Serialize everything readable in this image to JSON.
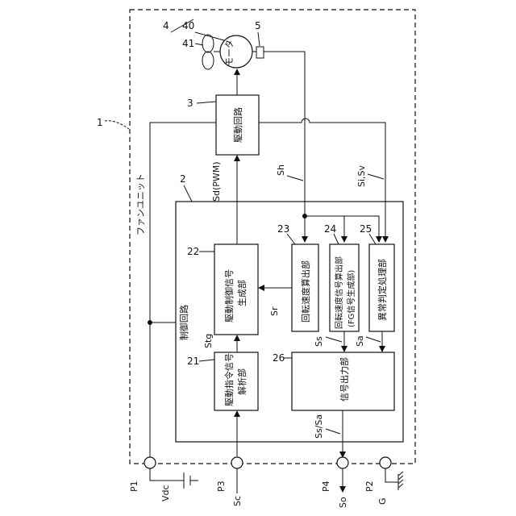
{
  "refs": {
    "unit": "1",
    "control": "2",
    "drive": "3",
    "fan": "4",
    "sensor": "5",
    "motor": "40",
    "blade": "41",
    "b21": "21",
    "b22": "22",
    "b23": "23",
    "b24": "24",
    "b25": "25",
    "b26": "26"
  },
  "labels": {
    "fan_unit": "ファンユニット",
    "control_circuit": "制御回路",
    "motor": "モータ",
    "drive_circuit": "駆動回路",
    "block22": [
      "駆動制御信号",
      "生成部"
    ],
    "block21": [
      "駆動指令信号",
      "解析部"
    ],
    "block23": "回転速度算出部",
    "block24": [
      "回転速度信号算出部",
      "(FG信号生成部)"
    ],
    "block25": "異常判定処理部",
    "block26": "信号出力部"
  },
  "signals": {
    "sd": "Sd(PWM)",
    "sh": "Sh",
    "sisv": "Si,Sv",
    "sr": "Sr",
    "stg": "Stg",
    "ss": "Ss",
    "sa": "Sa",
    "sssa": "Ss/Sa"
  },
  "ports": {
    "p1": "P1",
    "vdc": "Vdc",
    "p3": "P3",
    "sc": "Sc",
    "p4": "P4",
    "so": "So",
    "p2": "P2",
    "g": "G"
  }
}
